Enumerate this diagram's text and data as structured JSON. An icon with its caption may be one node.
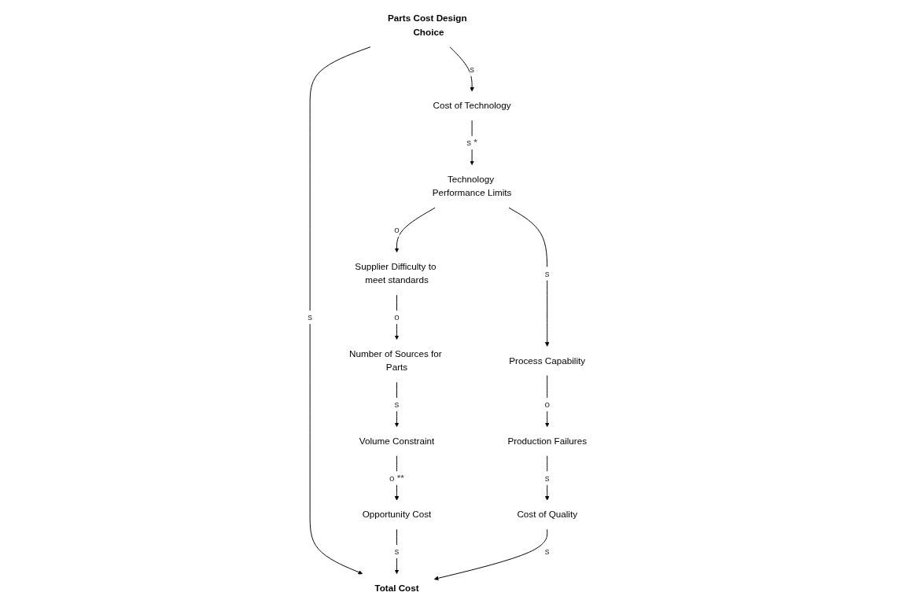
{
  "diagram": {
    "nodes": [
      {
        "text": [
          "Total Cost"
        ]
      },
      {
        "text": [
          "Parts Cost Design Choice"
        ]
      },
      {
        "text": [
          "Cost of Quality"
        ]
      },
      {
        "text": [
          "Opportunity Cost"
        ]
      },
      {
        "text": [
          "Cost of Technology"
        ]
      },
      {
        "text": [
          "Process Capability"
        ]
      },
      {
        "text": [
          "Production Failures"
        ]
      },
      {
        "text": [
          "Technology Performance Limits"
        ]
      },
      {
        "text": [
          "Supplier Difficulty to meet standards"
        ]
      },
      {
        "text": [
          "Number of Sources for Parts"
        ]
      },
      {
        "text": [
          "Volume Constraint"
        ]
      }
    ],
    "edges": [
      {
        "from": 1,
        "to": 0,
        "arrow": "to",
        "label": "s"
      },
      {
        "from": 3,
        "to": 0,
        "arrow": "to",
        "label": "s"
      },
      {
        "from": 2,
        "to": 0,
        "arrow": "to",
        "label": "s"
      },
      {
        "from": 6,
        "to": 2,
        "arrow": "to",
        "label": "s"
      },
      {
        "from": 10,
        "to": 3,
        "arrow": "to",
        "label": "o **"
      },
      {
        "from": 1,
        "to": 4,
        "arrow": "to",
        "label": "s"
      },
      {
        "from": 4,
        "to": 7,
        "arrow": "to",
        "label": "s *"
      },
      {
        "from": 7,
        "to": 5,
        "arrow": "to",
        "label": "s"
      },
      {
        "from": 5,
        "to": 6,
        "arrow": "to",
        "label": "o"
      },
      {
        "from": 7,
        "to": 8,
        "arrow": "to",
        "label": "o"
      },
      {
        "from": 8,
        "to": 9,
        "arrow": "to",
        "label": "o"
      },
      {
        "from": 9,
        "to": 10,
        "arrow": "to",
        "label": "s"
      }
    ]
  }
}
